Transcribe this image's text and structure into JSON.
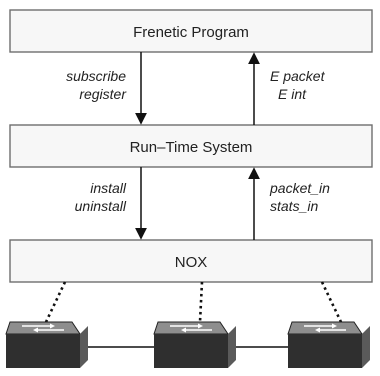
{
  "layers": {
    "top": {
      "label": "Frenetic Program"
    },
    "middle": {
      "label": "Run–Time System"
    },
    "bottom": {
      "label": "NOX"
    }
  },
  "edges": {
    "top_down": {
      "line1": "subscribe",
      "line2": "register"
    },
    "top_up": {
      "line1": "E packet",
      "line2": "E int"
    },
    "bottom_down": {
      "line1": "install",
      "line2": "uninstall"
    },
    "bottom_up": {
      "line1": "packet_in",
      "line2": "stats_in"
    }
  },
  "switches": {
    "count": 3
  },
  "colors": {
    "box_fill": "#f7f7f7",
    "box_stroke": "#6e6e6e",
    "line": "#111111",
    "switch_top": "#8e8e8e",
    "switch_front": "#2f2f2f",
    "switch_side": "#5a5a5a",
    "switch_arrow": "#ffffff"
  }
}
